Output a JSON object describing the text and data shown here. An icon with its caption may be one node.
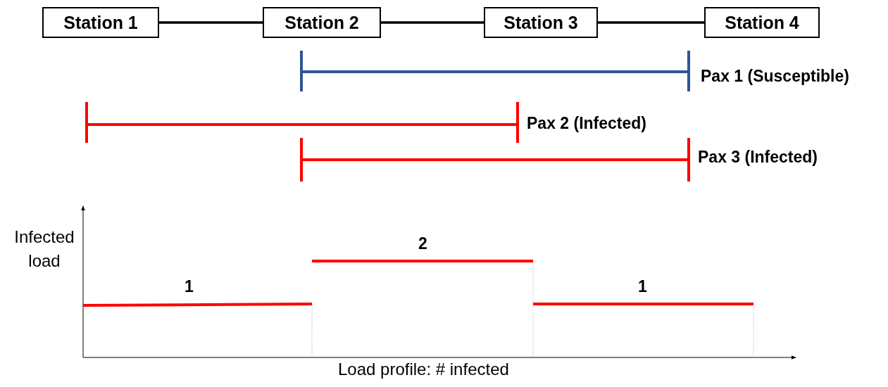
{
  "diagram": {
    "nodes": [
      {
        "text": [
          "Station 1"
        ]
      },
      {
        "text": [
          "Station 2"
        ]
      },
      {
        "text": [
          "Station 3"
        ]
      },
      {
        "text": [
          "Station 4"
        ]
      }
    ],
    "edges": [
      {
        "from": 0,
        "to": 1,
        "arrow": "none"
      },
      {
        "from": 1,
        "to": 2,
        "arrow": "none"
      },
      {
        "from": 2,
        "to": 3,
        "arrow": "none"
      }
    ],
    "labels": [
      "Pax 1 (Susceptible)",
      "Pax 2 (Infected)",
      "Pax 3 (Infected)",
      "Infected load",
      "2",
      "1",
      "1",
      "Load profile: # infected"
    ]
  }
}
